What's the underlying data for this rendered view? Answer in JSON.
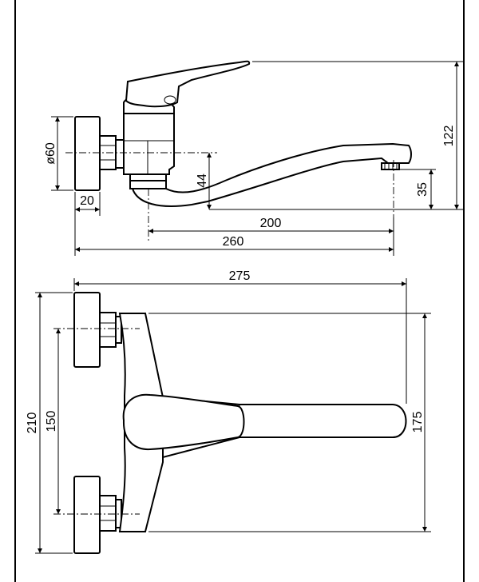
{
  "dimensions": {
    "side_view": {
      "diameter": "ø60",
      "flange_depth": "20",
      "spout_height": "44",
      "outlet_height": "35",
      "total_height": "122",
      "spout_reach": "200",
      "total_reach": "260"
    },
    "top_view": {
      "total_width": "275",
      "overall_height": "210",
      "center_distance": "150",
      "spout_length": "175"
    }
  },
  "colors": {
    "line": "#000000",
    "background": "#ffffff"
  }
}
